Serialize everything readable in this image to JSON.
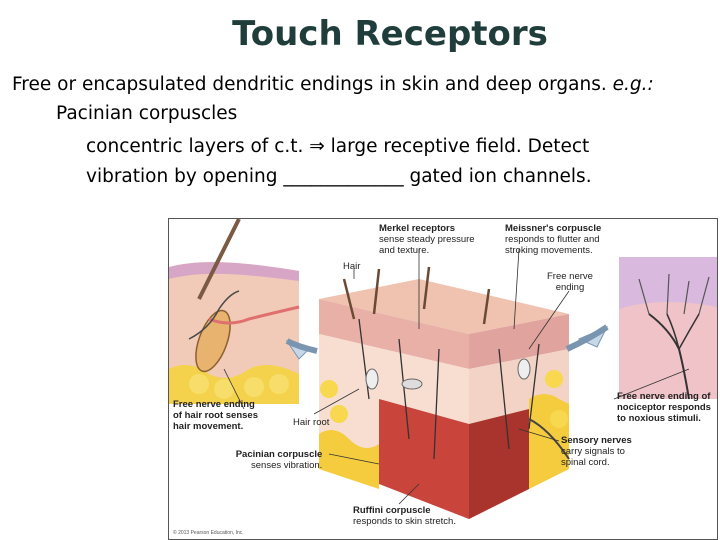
{
  "slide": {
    "title": "Touch Receptors",
    "line1_a": "Free or encapsulated dendritic endings in skin and deep organs. ",
    "line1_b": "e.g.:",
    "line2": "Pacinian corpuscles",
    "line3_a": "concentric layers of c.t. ",
    "line3_arrow": "⇒",
    "line3_b": " large receptive field. Detect",
    "line4": "vibration by opening _____________ gated ion channels."
  },
  "figure": {
    "merkel_title": "Merkel receptors",
    "merkel_desc1": "sense steady pressure",
    "merkel_desc2": "and texture.",
    "meissner_title": "Meissner's corpuscle",
    "meissner_desc1": "responds to flutter and",
    "meissner_desc2": "stroking movements.",
    "hair": "Hair",
    "free_nerve1": "Free nerve",
    "free_nerve2": "ending",
    "hair_root_ending1": "Free nerve ending",
    "hair_root_ending2": "of hair root senses",
    "hair_root_ending3": "hair movement.",
    "hair_root": "Hair root",
    "nociceptor1": "Free nerve ending of",
    "nociceptor2": "nociceptor responds",
    "nociceptor3": "to noxious stimuli.",
    "sensory_title": "Sensory nerves",
    "sensory_desc1": "carry signals to",
    "sensory_desc2": "spinal cord.",
    "pacinian_title": "Pacinian corpuscle",
    "pacinian_desc": "senses vibration.",
    "ruffini_title": "Ruffini corpuscle",
    "ruffini_desc": "responds to skin stretch.",
    "copyright": "© 2013 Pearson Education, Inc."
  }
}
